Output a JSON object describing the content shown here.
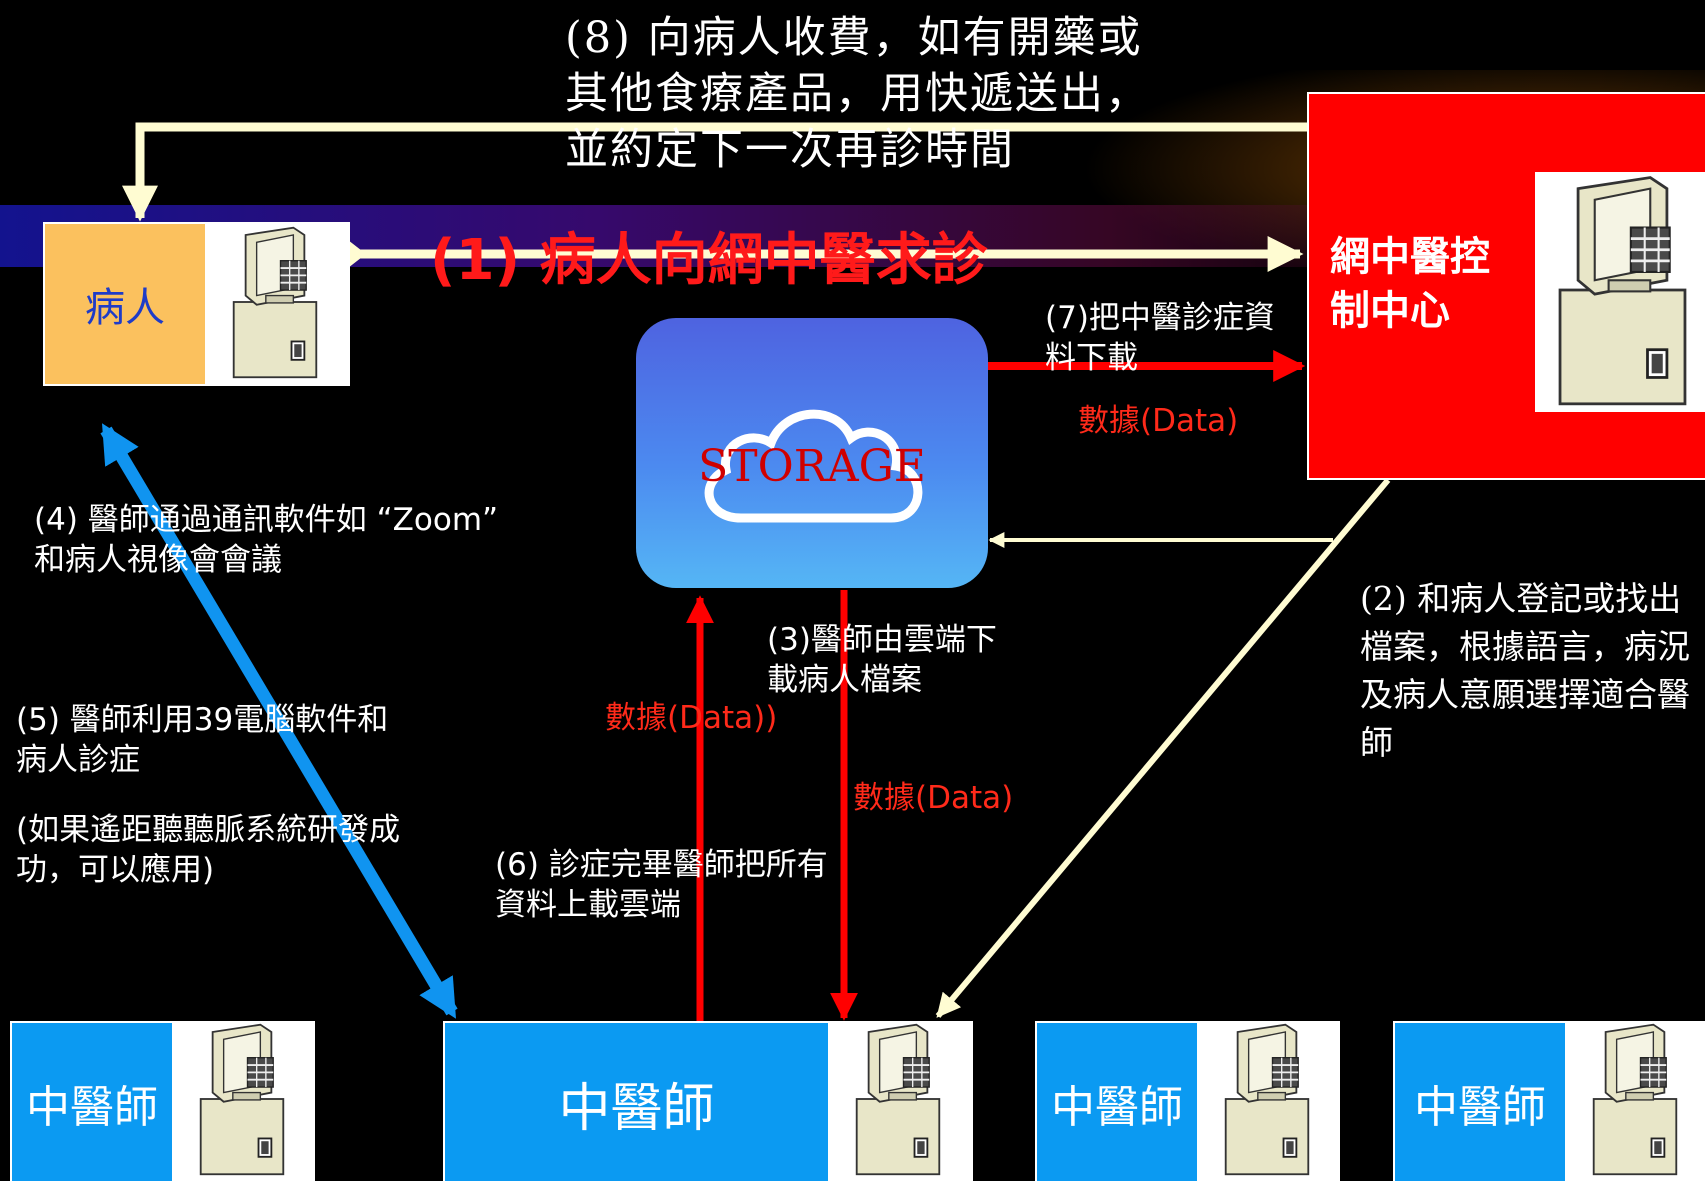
{
  "nodes": {
    "patient": "病人",
    "control_center": "網中醫控制中心",
    "storage": "STORAGE",
    "doctor_1": "中醫師",
    "doctor_main": "中醫師",
    "doctor_3": "中醫師",
    "doctor_4": "中醫師"
  },
  "steps": {
    "step1": "(1) 病人向網中醫求診",
    "step2": "(2) 和病人登記或找出檔案，根據語言，病況及病人意願選擇適合醫師",
    "step3": "(3)醫師由雲端下載病人檔案",
    "step4": "(4) 醫師通過通訊軟件如 “Zoom” 和病人視像會會議",
    "step5": "(5) 醫師利用39電腦軟件和病人診症",
    "step5_note": "(如果遙距聽聽脈系統研發成功，可以應用)",
    "step6": "(6) 診症完畢醫師把所有資料上載雲端",
    "step7": "(7)把中醫診症資料下載",
    "step8": "(8) 向病人收費，如有開藥或其他食療產品，用快遞送出，並約定下一次再診時間"
  },
  "data_labels": {
    "step7_data": "數據(Data)",
    "upload_data": "數據(Data))",
    "download_data": "數據(Data)"
  },
  "colors": {
    "patient_box": "#FBC15E",
    "control_center": "#FF0000",
    "doctor_box": "#0B9AF2",
    "arrow_cream": "#FFFCD2",
    "arrow_red": "#FF0000",
    "arrow_blue": "#1094F0"
  },
  "icons": [
    "computer-icon",
    "cloud-icon"
  ]
}
